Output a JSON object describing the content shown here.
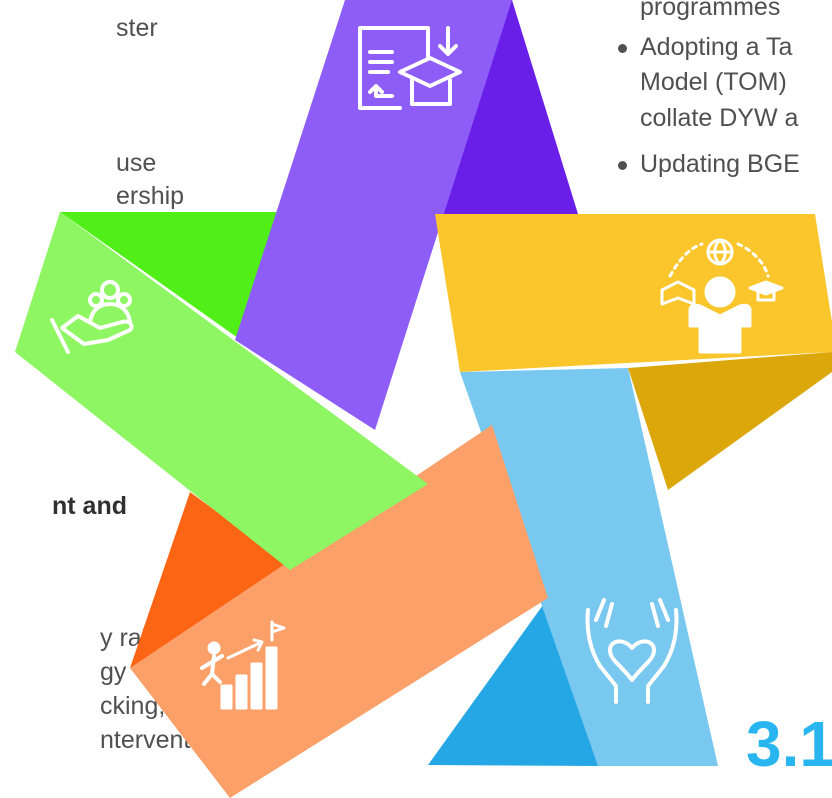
{
  "left_text": {
    "line1": "ster",
    "line2": "use",
    "line3": "ership",
    "heading": "nt and",
    "line4": "y raising",
    "line5": "gy",
    "line6": "cking,",
    "line7": "nterventions"
  },
  "right_text": {
    "line1": "programmes",
    "bullet1_line1": "Adopting a Ta",
    "bullet1_line2": "Model  (TOM)",
    "bullet1_line3": "collate DYW a",
    "bullet2_line1": "Updating BGE"
  },
  "section_number": "3.1",
  "colors": {
    "purple": "#8e5cf6",
    "purple_dark": "#6a1fe8",
    "yellow": "#fbc62b",
    "yellow_dark": "#dba70a",
    "blue": "#78c8f0",
    "blue_dark": "#25a7e6",
    "orange": "#fca06a",
    "orange_dark": "#fc6514",
    "green": "#8ef662",
    "green_dark": "#51ef17",
    "number": "#29b6f0"
  },
  "icons": {
    "purple_band": "document-graduation-icon",
    "green_band": "hand-people-icon",
    "yellow_band": "learner-globe-icon",
    "blue_band": "hands-heart-icon",
    "orange_band": "climbing-growth-icon"
  }
}
